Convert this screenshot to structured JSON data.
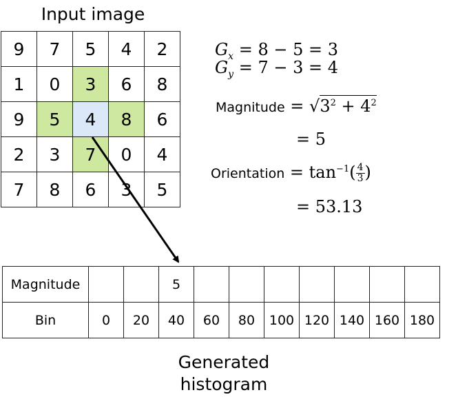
{
  "input_title": "Input image",
  "grid": [
    [
      "9",
      "7",
      "5",
      "4",
      "2"
    ],
    [
      "1",
      "0",
      "3",
      "6",
      "8"
    ],
    [
      "9",
      "5",
      "4",
      "8",
      "6"
    ],
    [
      "2",
      "3",
      "7",
      "0",
      "4"
    ],
    [
      "7",
      "8",
      "6",
      "3",
      "5"
    ]
  ],
  "highlight": {
    "neighbor_color": "#cfe8a0",
    "center_color": "#dbe8f7",
    "neighbor_cells": [
      [
        1,
        2
      ],
      [
        2,
        1
      ],
      [
        2,
        3
      ],
      [
        3,
        2
      ]
    ],
    "center_cell": [
      2,
      2
    ]
  },
  "equations": {
    "gx": "= 8 − 5 = 3",
    "gy": "= 7 − 3 = 4",
    "magnitude_label": "Magnitude",
    "magnitude_result": "= 5",
    "orientation_label": "Orientation",
    "orientation_result": "= 53.13"
  },
  "histogram": {
    "row1_label": "Magnitude",
    "row2_label": "Bin",
    "magnitudes": [
      "",
      "",
      "5",
      "",
      "",
      "",
      "",
      "",
      "",
      ""
    ],
    "bins": [
      "0",
      "20",
      "40",
      "60",
      "80",
      "100",
      "120",
      "140",
      "160",
      "180"
    ]
  },
  "caption_line1": "Generated",
  "caption_line2": "histogram"
}
